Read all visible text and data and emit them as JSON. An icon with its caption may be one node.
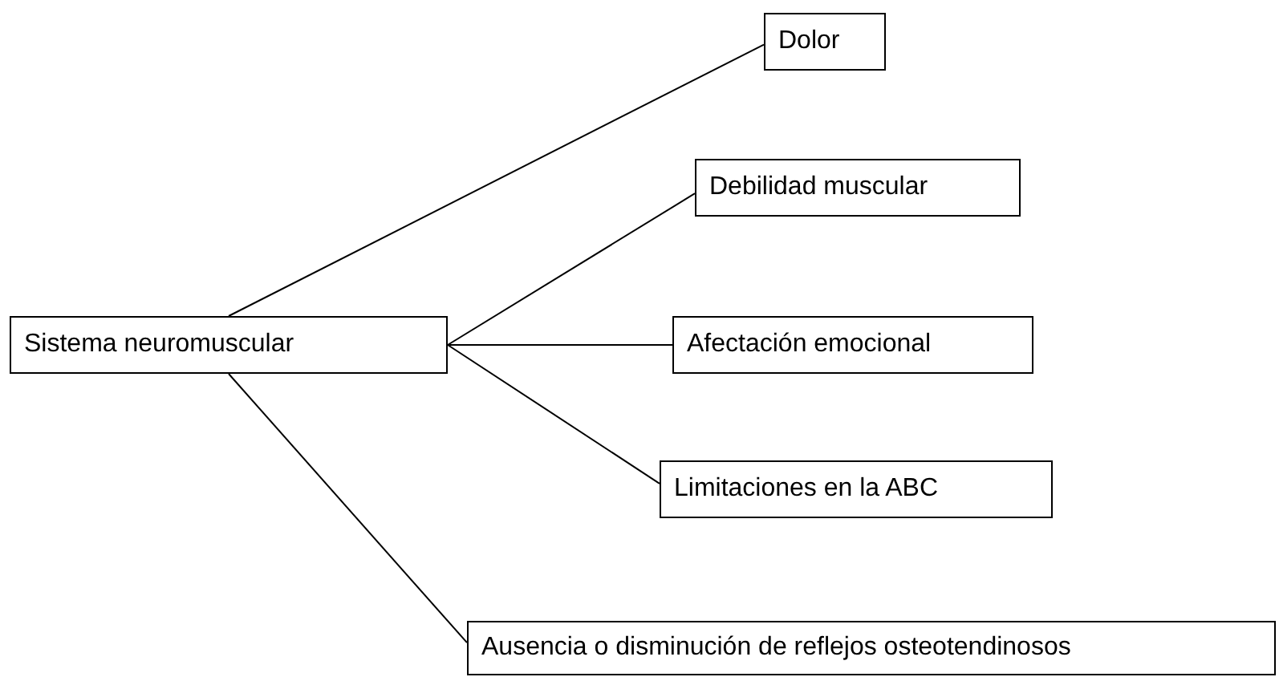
{
  "diagram": {
    "nodes": [
      {
        "text": [
          "Sistema neuromuscular"
        ]
      },
      {
        "text": [
          "Dolor"
        ]
      },
      {
        "text": [
          "Debilidad muscular"
        ]
      },
      {
        "text": [
          "Afectación emocional"
        ]
      },
      {
        "text": [
          "Limitaciones en la ABC"
        ]
      },
      {
        "text": [
          "Ausencia o disminución de reflejos osteotendinosos"
        ]
      }
    ],
    "edges": [
      {
        "from": 0,
        "to": 1,
        "arrow": "none"
      },
      {
        "from": 0,
        "to": 2,
        "arrow": "none"
      },
      {
        "from": 0,
        "to": 3,
        "arrow": "none"
      },
      {
        "from": 0,
        "to": 4,
        "arrow": "none"
      },
      {
        "from": 0,
        "to": 5,
        "arrow": "none"
      }
    ]
  }
}
